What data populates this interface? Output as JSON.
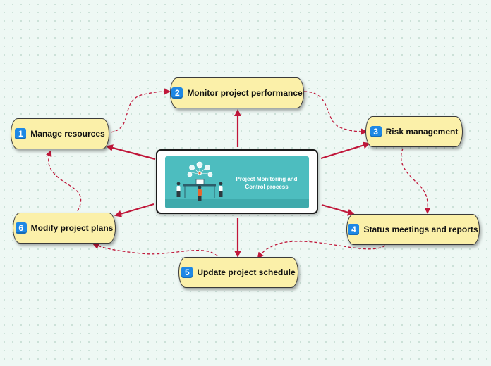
{
  "central": {
    "title": "Project Monitoring and Control process"
  },
  "nodes": [
    {
      "num": "1",
      "label": "Manage resources"
    },
    {
      "num": "2",
      "label": "Monitor project performance"
    },
    {
      "num": "3",
      "label": "Risk management"
    },
    {
      "num": "4",
      "label": "Status meetings and reports"
    },
    {
      "num": "5",
      "label": "Update project schedule"
    },
    {
      "num": "6",
      "label": "Modify project plans"
    }
  ],
  "colors": {
    "node_fill": "#fbf0a9",
    "badge": "#1e88e5",
    "solid_arrow": "#c0173a",
    "dashed_arrow": "#c0173a",
    "central_panel": "#4dbdbf"
  }
}
